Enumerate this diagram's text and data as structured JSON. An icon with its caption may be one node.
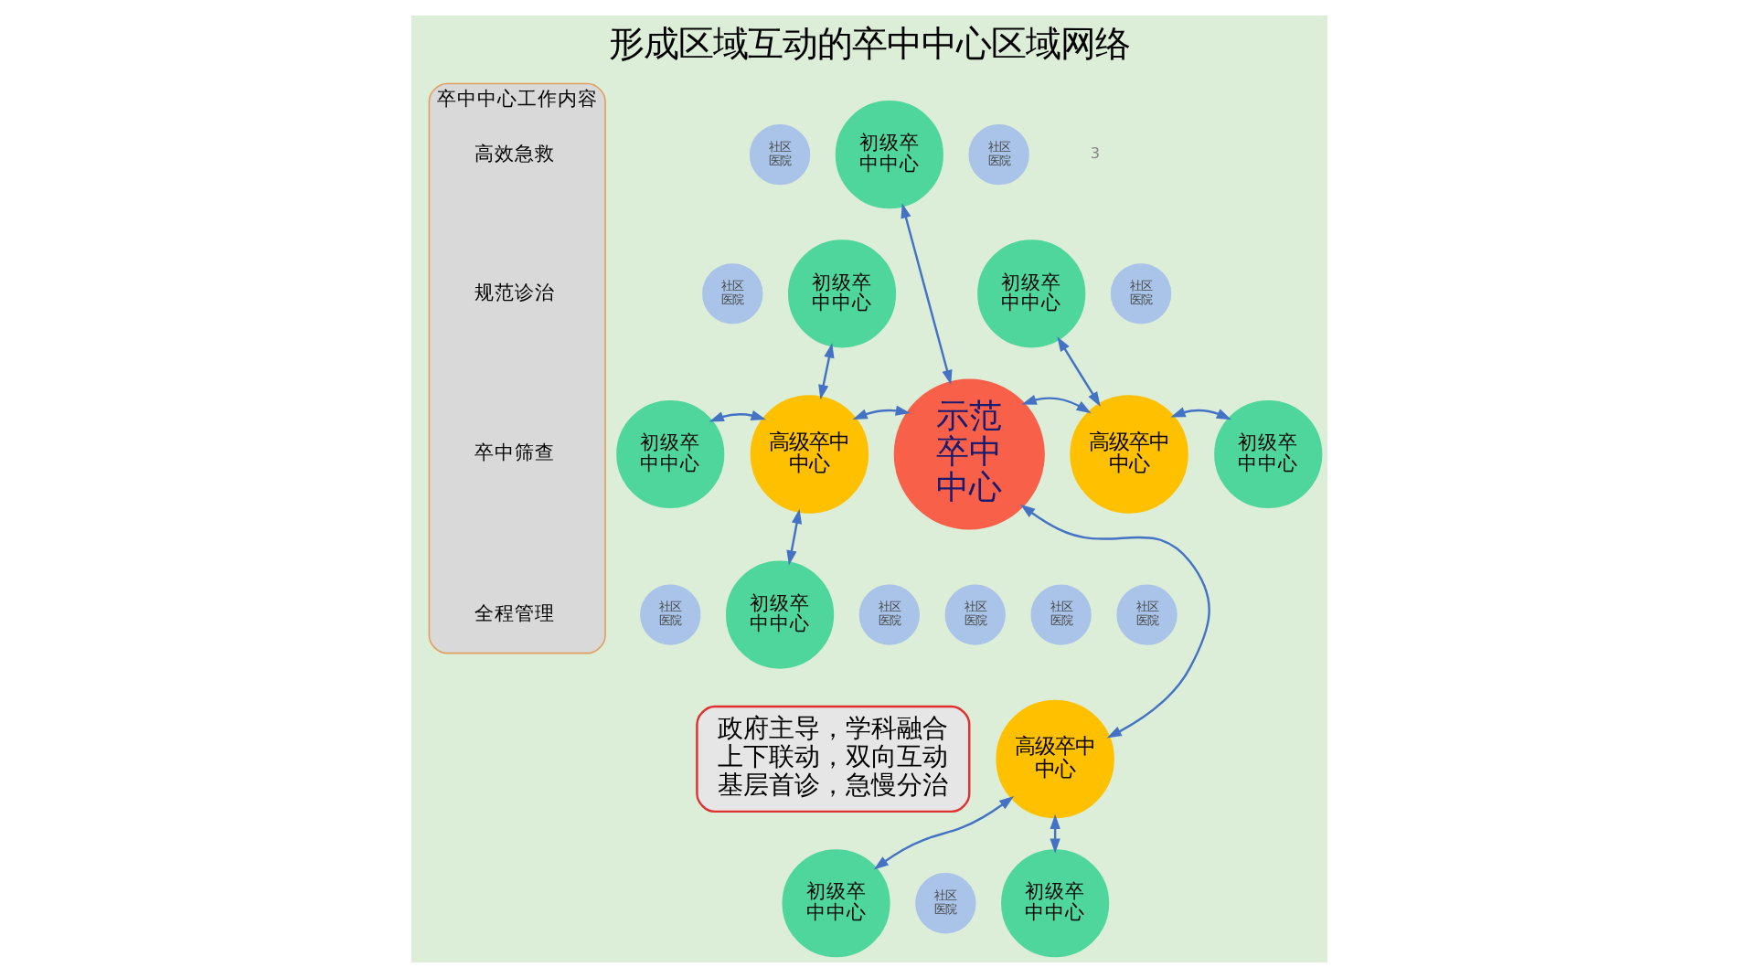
{
  "diagram": {
    "title": "形成区域互动的卒中中心区域网络",
    "nodes": [
      {
        "text": [
          "卒中中心工作内容"
        ]
      },
      {
        "text": [
          "高效急救"
        ],
        "in": 0
      },
      {
        "text": [
          "规范诊治"
        ],
        "in": 0
      },
      {
        "text": [
          "卒中筛查"
        ],
        "in": 0
      },
      {
        "text": [
          "全程管理"
        ],
        "in": 0
      },
      {
        "text": [
          "初级卒中中心"
        ]
      },
      {
        "text": [
          "社区医院"
        ]
      },
      {
        "text": [
          "社区医院"
        ]
      },
      {
        "text": [
          "初级卒中中心"
        ]
      },
      {
        "text": [
          "初级卒中中心"
        ]
      },
      {
        "text": [
          "社区医院"
        ]
      },
      {
        "text": [
          "社区医院"
        ]
      },
      {
        "text": [
          "示范卒中中心"
        ]
      },
      {
        "text": [
          "高级卒中中心"
        ]
      },
      {
        "text": [
          "高级卒中中心"
        ]
      },
      {
        "text": [
          "初级卒中中心"
        ]
      },
      {
        "text": [
          "初级卒中中心"
        ]
      },
      {
        "text": [
          "社区医院"
        ]
      },
      {
        "text": [
          "社区医院"
        ]
      },
      {
        "text": [
          "初级卒中中心"
        ]
      },
      {
        "text": [
          "社区医院"
        ]
      },
      {
        "text": [
          "社区医院"
        ]
      },
      {
        "text": [
          "社区医院"
        ]
      },
      {
        "text": [
          "政府主导，学科融合",
          "上下联动，双向互动",
          "基层首诊，急慢分治"
        ]
      },
      {
        "text": [
          "高级卒中中心"
        ]
      },
      {
        "text": [
          "初级卒中中心"
        ]
      },
      {
        "text": [
          "初级卒中中心"
        ]
      },
      {
        "text": [
          "社区医院"
        ]
      }
    ],
    "edges": [
      {
        "from": 12,
        "to": 5,
        "arrow": "both"
      },
      {
        "from": 12,
        "to": 13,
        "arrow": "both"
      },
      {
        "from": 12,
        "to": 14,
        "arrow": "both"
      },
      {
        "from": 12,
        "to": 24,
        "arrow": "both"
      },
      {
        "from": 13,
        "to": 8,
        "arrow": "both"
      },
      {
        "from": 13,
        "to": 15,
        "arrow": "both"
      },
      {
        "from": 13,
        "to": 19,
        "arrow": "both"
      },
      {
        "from": 14,
        "to": 9,
        "arrow": "both"
      },
      {
        "from": 14,
        "to": 16,
        "arrow": "both"
      },
      {
        "from": 24,
        "to": 25,
        "arrow": "both"
      },
      {
        "from": 24,
        "to": 26,
        "arrow": "both"
      }
    ],
    "labels": [
      "3"
    ]
  }
}
